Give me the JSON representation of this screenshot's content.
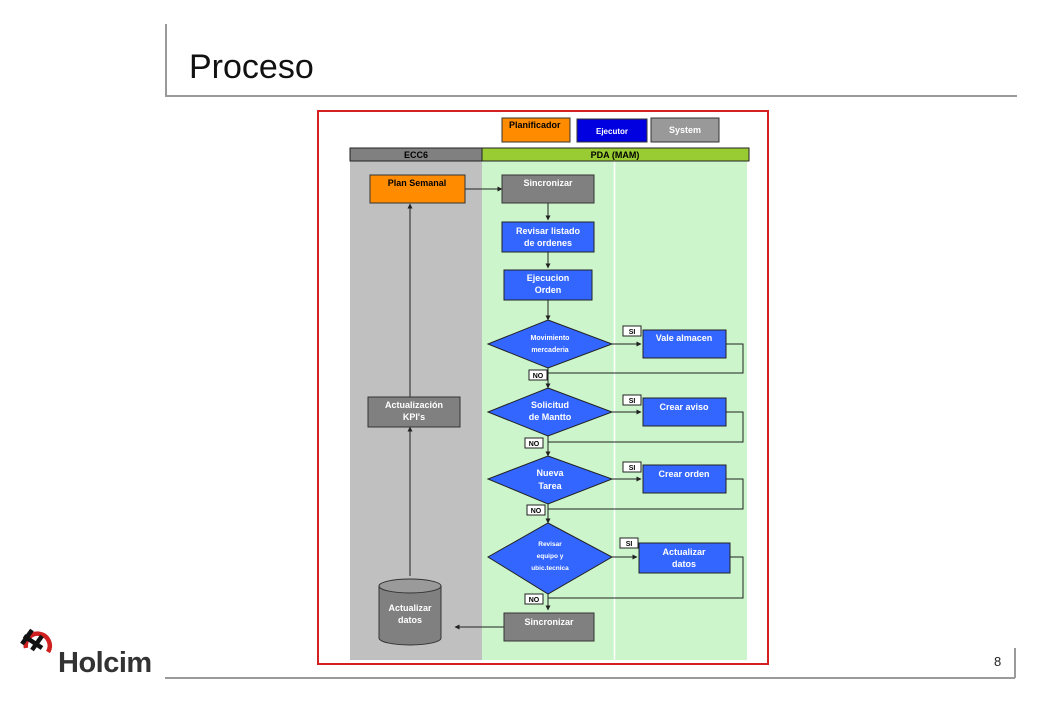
{
  "slide": {
    "title": "Proceso",
    "page_number": "8"
  },
  "logo": {
    "text": "Holcim"
  },
  "legend": {
    "planner": "Planificador",
    "executor": "Ejecutor",
    "system": "System"
  },
  "lanes": {
    "ecc6": "ECC6",
    "pda": "PDA (MAM)"
  },
  "nodes": {
    "plan_semanal": "Plan Semanal",
    "sync_top_1": "Sincronizar",
    "review_1": "Revisar listado",
    "review_2": "de ordenes",
    "exec_1": "Ejecucion",
    "exec_2": "Orden",
    "mov_1": "Movimiento",
    "mov_2": "mercaderia",
    "vale": "Vale almacen",
    "sol_1": "Solicitud",
    "sol_2": "de Mantto",
    "aviso": "Crear aviso",
    "tarea_1": "Nueva",
    "tarea_2": "Tarea",
    "orden": "Crear orden",
    "rev_1": "Revisar",
    "rev_2": "equipo y",
    "rev_3": "ubic.tecnica",
    "act_datos_1": "Actualizar",
    "act_datos_2": "datos",
    "kpi_1": "Actualización",
    "kpi_2": "KPI's",
    "db_1": "Actualizar",
    "db_2": "datos",
    "sync_bottom": "Sincronizar"
  },
  "labels": {
    "yes": "SI",
    "no": "NO"
  },
  "colors": {
    "frame": "#d42020",
    "planner": "#ff8c00",
    "executor": "#0000e0",
    "system": "#999999",
    "process_blue": "#3366ff",
    "lane_gray": "#c0c0c0",
    "lane_green": "#ccf5cc",
    "header_green": "#99cc33"
  }
}
